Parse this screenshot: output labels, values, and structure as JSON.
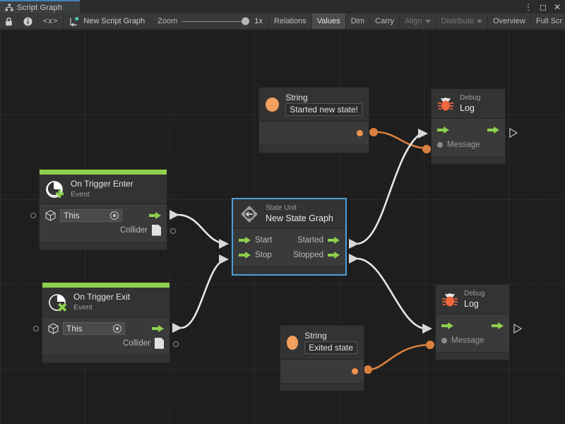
{
  "window": {
    "tab_title": "Script Graph",
    "tab_icon": "graph-icon",
    "controls": {
      "menu": "⋮",
      "maximize": "◻",
      "close": "✕"
    }
  },
  "toolbar": {
    "lock_icon": "lock-icon",
    "info_icon": "info-icon",
    "code_label": "<x>",
    "graph_icon": "script-graph-icon",
    "graph_name": "New Script Graph",
    "zoom_label": "Zoom",
    "zoom_value": "1x",
    "buttons": [
      {
        "label": "Relations",
        "state": "normal"
      },
      {
        "label": "Values",
        "state": "pressed"
      },
      {
        "label": "Dim",
        "state": "normal"
      },
      {
        "label": "Carry",
        "state": "normal"
      },
      {
        "label": "Align",
        "state": "disabled",
        "caret": true
      },
      {
        "label": "Distribute",
        "state": "disabled",
        "caret": true
      },
      {
        "label": "Overview",
        "state": "normal"
      },
      {
        "label": "Full Scr",
        "state": "normal"
      }
    ]
  },
  "nodes": {
    "string_top": {
      "icon": "string-value-icon",
      "title": "String",
      "value": "Started new state!",
      "output_port": "string-output-port"
    },
    "debug_log_top": {
      "icon": "bug-icon",
      "supertitle": "Debug",
      "title": "Log",
      "control_in": "control-input",
      "control_out": "control-output",
      "message_label": "Message"
    },
    "on_trigger_enter": {
      "icon": "event-enter-icon",
      "title": "On Trigger Enter",
      "subtitle": "Event",
      "target_icon": "gameobject-icon",
      "target_value": "This",
      "output_label": "Collider",
      "output_icon": "collider-icon"
    },
    "state_unit": {
      "icon": "state-unit-icon",
      "supertitle": "State Unit",
      "title": "New State Graph",
      "inputs": [
        "Start",
        "Stop"
      ],
      "outputs": [
        "Started",
        "Stopped"
      ],
      "selected": true
    },
    "on_trigger_exit": {
      "icon": "event-exit-icon",
      "title": "On Trigger Exit",
      "subtitle": "Event",
      "target_icon": "gameobject-icon",
      "target_value": "This",
      "output_label": "Collider",
      "output_icon": "collider-icon"
    },
    "string_bottom": {
      "icon": "string-value-icon",
      "title": "String",
      "value": "Exited state",
      "output_port": "string-output-port"
    },
    "debug_log_bottom": {
      "icon": "bug-icon",
      "supertitle": "Debug",
      "title": "Log",
      "control_in": "control-input",
      "control_out": "control-output",
      "message_label": "Message"
    }
  },
  "colors": {
    "accent_green": "#8ed04e",
    "accent_orange": "#f0914c",
    "selection_blue": "#4c9ed9",
    "edge_white": "#e6e6e6",
    "canvas_bg": "#1e1e1e",
    "node_bg": "#333333"
  },
  "connections": [
    {
      "from": "string_top.output",
      "to": "debug_log_top.message",
      "color": "#d9803f"
    },
    {
      "from": "state_unit.started",
      "to": "debug_log_top.control_in",
      "color": "#e6e6e6"
    },
    {
      "from": "on_trigger_enter.control_out",
      "to": "state_unit.start",
      "color": "#e6e6e6"
    },
    {
      "from": "on_trigger_exit.control_out",
      "to": "state_unit.stop",
      "color": "#e6e6e6"
    },
    {
      "from": "state_unit.stopped",
      "to": "debug_log_bottom.control_in",
      "color": "#e6e6e6"
    },
    {
      "from": "string_bottom.output",
      "to": "debug_log_bottom.message",
      "color": "#d9803f"
    }
  ]
}
